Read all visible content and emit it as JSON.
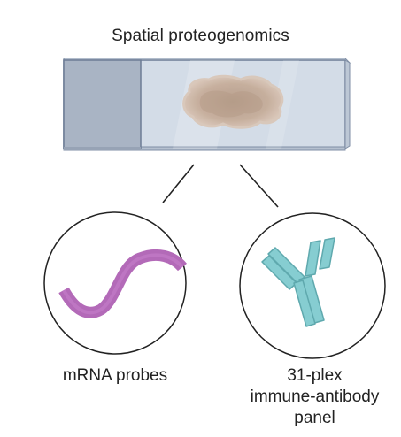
{
  "title": "Spatial proteogenomics",
  "left_label": "mRNA probes",
  "right_label": {
    "line1": "31-plex",
    "line2": "immune-antibody",
    "line3": "panel"
  },
  "icons": [
    "glass-slide-icon",
    "tissue-section-icon",
    "mrna-probe-icon",
    "antibody-icon"
  ],
  "colors": {
    "slide_frosted_end": "#a9b4c4",
    "slide_glass": "#d4dde8",
    "slide_border": "#6d7d95",
    "tissue": "#c4ab98",
    "mrna": "#b36ab8",
    "antibody": "#86cdd1",
    "antibody_stroke": "#5fa9ae",
    "lines": "#222222"
  }
}
